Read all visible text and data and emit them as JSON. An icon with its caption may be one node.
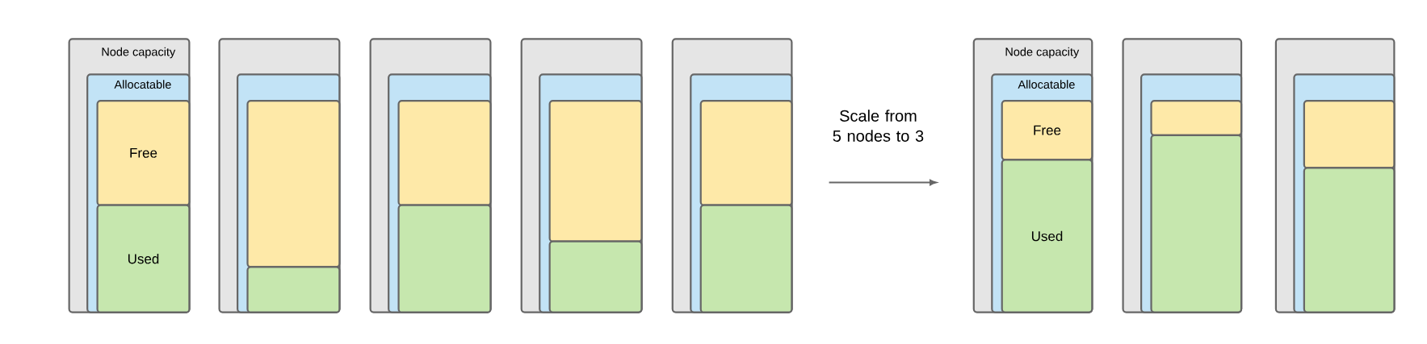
{
  "diagram": {
    "nodes": [
      {
        "text": [
          "Node capacity"
        ]
      },
      {
        "text": [
          "Allocatable"
        ],
        "in": 0
      },
      {
        "text": [
          "Free"
        ],
        "in": 1
      },
      {
        "text": [
          "Used"
        ],
        "in": 1
      },
      {
        "text": [],
        "shape": "box"
      },
      {
        "text": [],
        "shape": "box",
        "in": 4
      },
      {
        "text": [],
        "shape": "box",
        "in": 5
      },
      {
        "text": [],
        "shape": "box",
        "in": 5
      },
      {
        "text": [],
        "shape": "box"
      },
      {
        "text": [],
        "shape": "box",
        "in": 8
      },
      {
        "text": [],
        "shape": "box",
        "in": 9
      },
      {
        "text": [],
        "shape": "box",
        "in": 9
      },
      {
        "text": [],
        "shape": "box"
      },
      {
        "text": [],
        "shape": "box",
        "in": 12
      },
      {
        "text": [],
        "shape": "box",
        "in": 13
      },
      {
        "text": [],
        "shape": "box",
        "in": 13
      },
      {
        "text": [],
        "shape": "box"
      },
      {
        "text": [],
        "shape": "box",
        "in": 16
      },
      {
        "text": [],
        "shape": "box",
        "in": 17
      },
      {
        "text": [],
        "shape": "box",
        "in": 17
      },
      {
        "text": [
          "Node capacity"
        ]
      },
      {
        "text": [
          "Allocatable"
        ],
        "in": 20
      },
      {
        "text": [
          "Free"
        ],
        "in": 21
      },
      {
        "text": [
          "Used"
        ],
        "in": 21
      },
      {
        "text": [],
        "shape": "box"
      },
      {
        "text": [],
        "shape": "box",
        "in": 24
      },
      {
        "text": [],
        "shape": "box",
        "in": 25
      },
      {
        "text": [],
        "shape": "box",
        "in": 25
      },
      {
        "text": [],
        "shape": "box"
      },
      {
        "text": [],
        "shape": "box",
        "in": 28
      },
      {
        "text": [],
        "shape": "box",
        "in": 29
      },
      {
        "text": [],
        "shape": "box",
        "in": 29
      }
    ],
    "edges": [
      {
        "from": 16,
        "to": 20,
        "arrow": "to",
        "label": "Scale from 5 nodes to 3"
      }
    ]
  }
}
